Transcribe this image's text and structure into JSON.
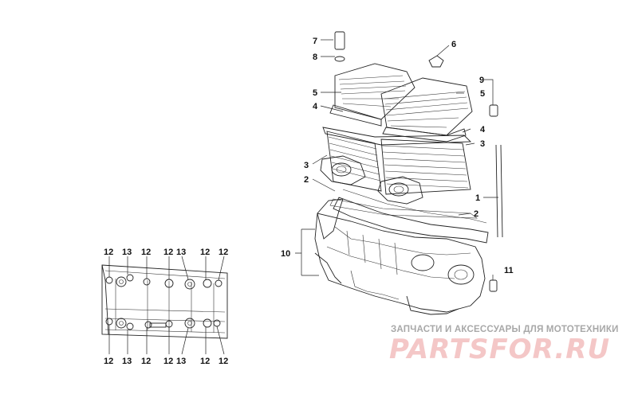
{
  "diagram": {
    "engine_callouts": [
      {
        "id": "callout-7",
        "text": "7"
      },
      {
        "id": "callout-8",
        "text": "8"
      },
      {
        "id": "callout-6",
        "text": "6"
      },
      {
        "id": "callout-9",
        "text": "9"
      },
      {
        "id": "callout-5-left",
        "text": "5"
      },
      {
        "id": "callout-5-right",
        "text": "5"
      },
      {
        "id": "callout-4-left",
        "text": "4"
      },
      {
        "id": "callout-4-right",
        "text": "4"
      },
      {
        "id": "callout-3-left",
        "text": "3"
      },
      {
        "id": "callout-3-right",
        "text": "3"
      },
      {
        "id": "callout-2-left",
        "text": "2"
      },
      {
        "id": "callout-2-right",
        "text": "2"
      },
      {
        "id": "callout-1",
        "text": "1"
      },
      {
        "id": "callout-10",
        "text": "10"
      },
      {
        "id": "callout-11",
        "text": "11"
      }
    ],
    "crankcase_top_callouts": [
      "12",
      "13",
      "12",
      "12",
      "13",
      "12",
      "12"
    ],
    "crankcase_bottom_callouts": [
      "12",
      "13",
      "12",
      "12",
      "13",
      "12",
      "12"
    ]
  },
  "watermark": {
    "tagline": "ЗАПЧАСТИ И АКСЕССУАРЫ ДЛЯ МОТОТЕХНИКИ",
    "logo_main": "PARTSFOR",
    "logo_suffix": ".RU",
    "color": "#f4c7c7"
  }
}
